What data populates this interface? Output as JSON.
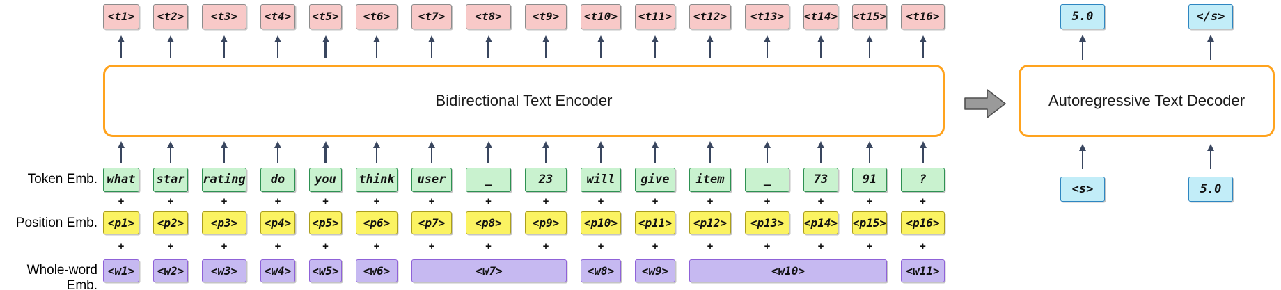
{
  "encoder": {
    "title": "Bidirectional Text Encoder"
  },
  "decoder": {
    "title": "Autoregressive Text Decoder",
    "outputs": [
      "5.0",
      "</s>"
    ],
    "inputs": [
      "<s>",
      "5.0"
    ]
  },
  "row_labels": {
    "token": "Token Emb.",
    "position": "Position Emb.",
    "whole_word": "Whole-word Emb."
  },
  "plus_sign": "+",
  "columns": [
    {
      "t": "<t1>",
      "token": "what",
      "p": "<p1>"
    },
    {
      "t": "<t2>",
      "token": "star",
      "p": "<p2>"
    },
    {
      "t": "<t3>",
      "token": "rating",
      "p": "<p3>"
    },
    {
      "t": "<t4>",
      "token": "do",
      "p": "<p4>"
    },
    {
      "t": "<t5>",
      "token": "you",
      "p": "<p5>"
    },
    {
      "t": "<t6>",
      "token": "think",
      "p": "<p6>"
    },
    {
      "t": "<t7>",
      "token": "user",
      "p": "<p7>"
    },
    {
      "t": "<t8>",
      "token": "_",
      "p": "<p8>"
    },
    {
      "t": "<t9>",
      "token": "23",
      "p": "<p9>"
    },
    {
      "t": "<t10>",
      "token": "will",
      "p": "<p10>"
    },
    {
      "t": "<t11>",
      "token": "give",
      "p": "<p11>"
    },
    {
      "t": "<t12>",
      "token": "item",
      "p": "<p12>"
    },
    {
      "t": "<t13>",
      "token": "_",
      "p": "<p13>"
    },
    {
      "t": "<t14>",
      "token": "73",
      "p": "<p14>"
    },
    {
      "t": "<t15>",
      "token": "91",
      "p": "<p15>"
    },
    {
      "t": "<t16>",
      "token": "?",
      "p": "<p16>"
    }
  ],
  "whole_word": [
    {
      "label": "<w1>",
      "span": 1
    },
    {
      "label": "<w2>",
      "span": 1
    },
    {
      "label": "<w3>",
      "span": 1
    },
    {
      "label": "<w4>",
      "span": 1
    },
    {
      "label": "<w5>",
      "span": 1
    },
    {
      "label": "<w6>",
      "span": 1
    },
    {
      "label": "<w7>",
      "span": 3
    },
    {
      "label": "<w8>",
      "span": 1
    },
    {
      "label": "<w9>",
      "span": 1
    },
    {
      "label": "<w10>",
      "span": 4
    },
    {
      "label": "<w11>",
      "span": 1
    }
  ],
  "colors": {
    "output_token_fill": "#f8c9c8",
    "token_emb_fill": "#c9f2cf",
    "position_emb_fill": "#fbf362",
    "whole_word_emb_fill": "#c6b9f1",
    "decoder_token_fill": "#c2edf8",
    "block_border": "#ffa31e",
    "arrow": "#39465f",
    "flow_arrow_fill": "#9a9a9a"
  }
}
